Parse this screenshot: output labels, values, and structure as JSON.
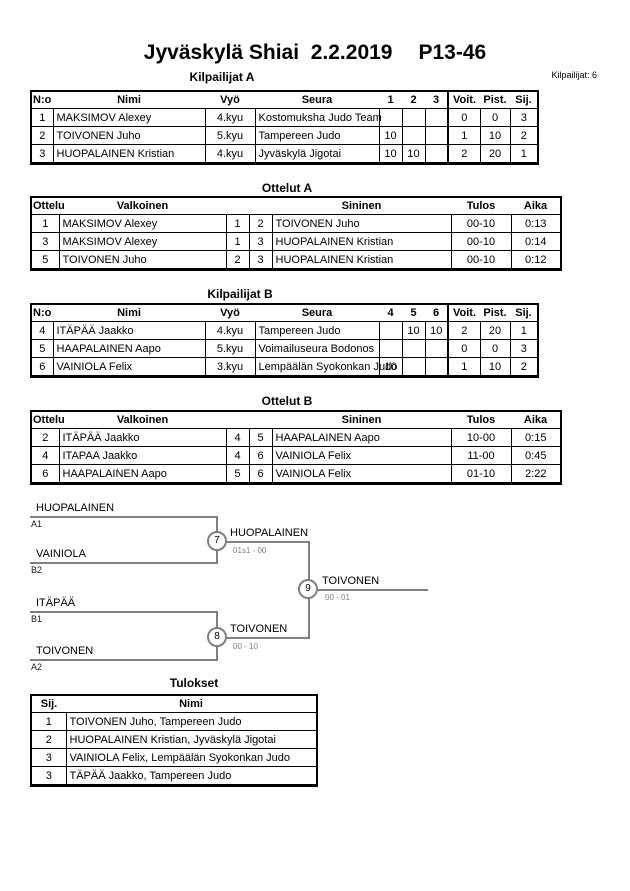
{
  "page": {
    "title_left": "Jyväskylä Shiai  2.2.2019",
    "title_right": "P13-46",
    "competitors_count": "Kilpailijat: 6"
  },
  "sections": {
    "kilpailijat_a": "Kilpailijat A",
    "ottelut_a": "Ottelut A",
    "kilpailijat_b": "Kilpailijat B",
    "ottelut_b": "Ottelut B",
    "tulokset": "Tulokset"
  },
  "tables": {
    "kilpailijatA": {
      "headers": [
        "N:o",
        "Nimi",
        "Vyö",
        "Seura",
        "1",
        "2",
        "3",
        "Voit.",
        "Pist.",
        "Sij."
      ],
      "rows": [
        [
          "1",
          "MAKSIMOV Alexey",
          "4.kyu",
          "Kostomuksha Judo Team",
          "",
          "",
          "",
          "0",
          "0",
          "3"
        ],
        [
          "2",
          "TOIVONEN Juho",
          "5.kyu",
          "Tampereen Judo",
          "10",
          "",
          "",
          "1",
          "10",
          "2"
        ],
        [
          "3",
          "HUOPALAINEN Kristian",
          "4.kyu",
          "Jyväskylä Jigotai",
          "10",
          "10",
          "",
          "2",
          "20",
          "1"
        ]
      ]
    },
    "ottelutA": {
      "headers": [
        "Ottelu",
        "Valkoinen",
        "",
        "",
        "Sininen",
        "Tulos",
        "Aika"
      ],
      "rows": [
        [
          "1",
          "MAKSIMOV Alexey",
          "1",
          "2",
          "TOIVONEN Juho",
          "00-10",
          "0:13"
        ],
        [
          "3",
          "MAKSIMOV Alexey",
          "1",
          "3",
          "HUOPALAINEN Kristian",
          "00-10",
          "0:14"
        ],
        [
          "5",
          "TOIVONEN Juho",
          "2",
          "3",
          "HUOPALAINEN Kristian",
          "00-10",
          "0:12"
        ]
      ]
    },
    "kilpailijatB": {
      "headers": [
        "N:o",
        "Nimi",
        "Vyö",
        "Seura",
        "4",
        "5",
        "6",
        "Voit.",
        "Pist.",
        "Sij."
      ],
      "rows": [
        [
          "4",
          "ITÄPÄÄ Jaakko",
          "4.kyu",
          "Tampereen Judo",
          "",
          "10",
          "10",
          "2",
          "20",
          "1"
        ],
        [
          "5",
          "HAAPALAINEN Aapo",
          "5.kyu",
          "Voimailuseura Bodonos",
          "",
          "",
          "",
          "0",
          "0",
          "3"
        ],
        [
          "6",
          "VAINIOLA Felix",
          "3.kyu",
          "Lempäälän Syokonkan Judo",
          "10",
          "",
          "",
          "1",
          "10",
          "2"
        ]
      ]
    },
    "ottelutB": {
      "headers": [
        "Ottelu",
        "Valkoinen",
        "",
        "",
        "Sininen",
        "Tulos",
        "Aika"
      ],
      "rows": [
        [
          "2",
          "ITÄPÄÄ Jaakko",
          "4",
          "5",
          "HAAPALAINEN Aapo",
          "10-00",
          "0:15"
        ],
        [
          "4",
          "ITAPAA Jaakko",
          "4",
          "6",
          "VAINIOLA Felix",
          "11-00",
          "0:45"
        ],
        [
          "6",
          "HAAPALAINEN Aapo",
          "5",
          "6",
          "VAINIOLA Felix",
          "01-10",
          "2:22"
        ]
      ]
    },
    "tulokset": {
      "headers": [
        "Sij.",
        "Nimi"
      ],
      "rows": [
        [
          "1",
          "TOIVONEN Juho, Tampereen Judo"
        ],
        [
          "2",
          "HUOPALAINEN Kristian, Jyväskylä Jigotai"
        ],
        [
          "3",
          "VAINIOLA Felix, Lempäälän Syokonkan Judo"
        ],
        [
          "3",
          "TÄPÄÄ Jaakko, Tampereen Judo"
        ]
      ]
    }
  },
  "bracket": {
    "semifinal1": {
      "top_name": "HUOPALAINEN",
      "top_seed": "A1",
      "bottom_name": "VAINIOLA",
      "bottom_seed": "B2",
      "match_no": "7",
      "winner": "HUOPALAINEN",
      "score": "01s1 - 00"
    },
    "semifinal2": {
      "top_name": "ITÄPÄÄ",
      "top_seed": "B1",
      "bottom_name": "TOIVONEN",
      "bottom_seed": "A2",
      "match_no": "8",
      "winner": "TOIVONEN",
      "score": "00 - 10"
    },
    "final": {
      "match_no": "9",
      "winner": "TOIVONEN",
      "score": "00 - 01"
    }
  },
  "colors": {
    "table_border": "#000000",
    "bracket_line": "#808080",
    "score_text": "#808080"
  }
}
